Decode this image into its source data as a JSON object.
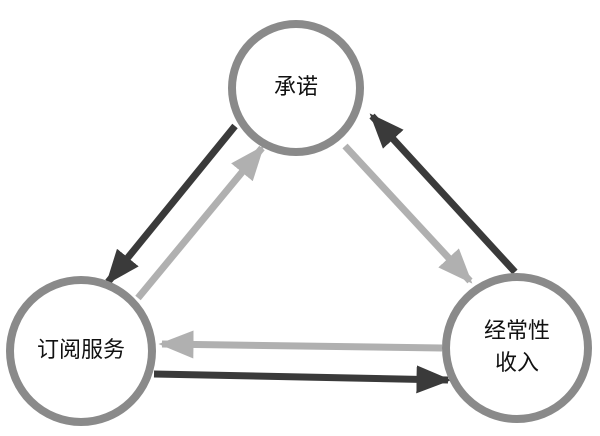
{
  "nodes": {
    "commitment": "承诺",
    "subscription": "订阅服务",
    "recurring_line1": "经常性",
    "recurring_line2": "收入"
  },
  "colors": {
    "ring": "#8a8a8a",
    "dark_arrow": "#3a3a3a",
    "light_arrow": "#b0b0b0"
  }
}
